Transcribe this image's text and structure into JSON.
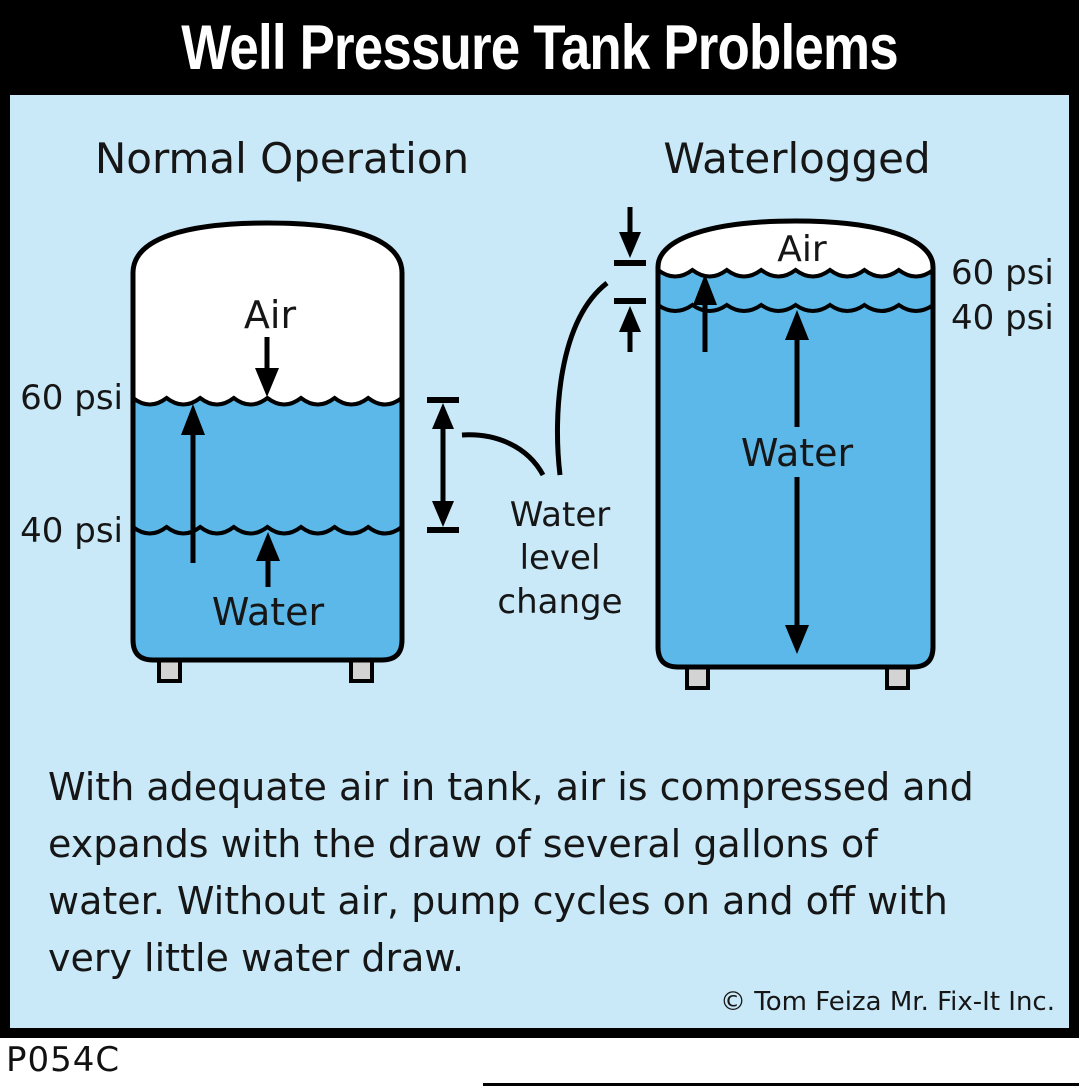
{
  "header": {
    "title": "Well Pressure Tank Problems"
  },
  "diagram": {
    "left_tank": {
      "heading": "Normal Operation",
      "air_label": "Air",
      "water_label": "Water",
      "pressure_top": "60 psi",
      "pressure_bottom": "40 psi"
    },
    "right_tank": {
      "heading": "Waterlogged",
      "air_label": "Air",
      "water_label": "Water",
      "pressure_top": "60 psi",
      "pressure_bottom": "40 psi"
    },
    "annotation": {
      "line1": "Water",
      "line2": "level",
      "line3": "change"
    },
    "colors": {
      "background": "#c9e9f8",
      "water": "#5bb8e8",
      "air": "#ffffff",
      "outline": "#000000",
      "feet": "#d3d3d3"
    }
  },
  "caption": {
    "lines": [
      "With adequate air in tank, air is compressed and",
      "expands with the draw of several gallons of",
      "water.  Without air, pump cycles on and off with",
      "very little water draw."
    ]
  },
  "credit": "© Tom Feiza Mr. Fix-It Inc.",
  "footer": {
    "code": "P054C"
  }
}
